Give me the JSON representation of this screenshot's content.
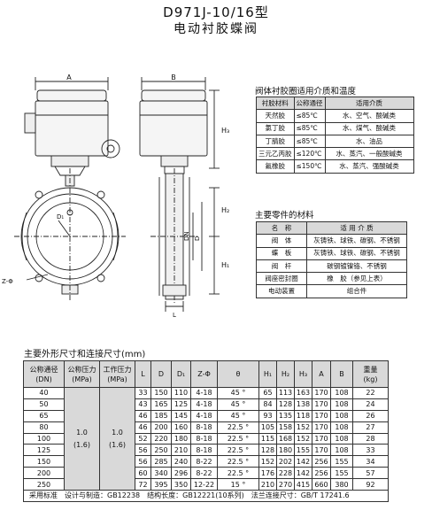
{
  "title": {
    "model": "D971J-10/16型",
    "name": "电动衬胶蝶阀"
  },
  "drawing_labels": {
    "A": "A",
    "B": "B",
    "H3": "H₃",
    "H2": "H₂",
    "H1": "H₁",
    "DN": "DN",
    "D": "D",
    "D1": "D₁",
    "Z_phi": "Z-Φ",
    "L": "L"
  },
  "liner": {
    "title": "阀体衬胶圈适用介质和温度",
    "headers": [
      "衬胶材料",
      "公称通径",
      "适用介质"
    ],
    "rows": [
      [
        "天然胶",
        "≤85℃",
        "水、空气、酸碱类"
      ],
      [
        "氯丁胶",
        "≤85℃",
        "水、煤气、酸碱类"
      ],
      [
        "丁腈胶",
        "≤85℃",
        "水、油品"
      ],
      [
        "三元乙丙胶",
        "≤120℃",
        "水、蒸汽、一般酸碱类"
      ],
      [
        "氟橡胶",
        "≤150℃",
        "水、蒸汽、强酸碱类"
      ]
    ]
  },
  "parts": {
    "title": "主要零件的材料",
    "headers": [
      "名　称",
      "适 用 介 质"
    ],
    "rows": [
      [
        "阀　体",
        "灰铸铁、球铁、碳钢、不锈钢"
      ],
      [
        "蝶　板",
        "灰铸铁、球铁、碳钢、不锈钢"
      ],
      [
        "阀　杆",
        "碳钢镀镍铬、不锈钢"
      ],
      [
        "阀座密封圈",
        "橡　胶（参见上表）"
      ],
      [
        "电动装置",
        "组合件"
      ]
    ]
  },
  "dims": {
    "title": "主要外形尺寸和连接尺寸(mm)",
    "headers": [
      "公称通径\n(DN)",
      "公称压力\n(MPa)",
      "工作压力\n(MPa)",
      "L",
      "D",
      "D₁",
      "Z-Φ",
      "θ",
      "H₁",
      "H₂",
      "H₃",
      "A",
      "B",
      "重量\n(kg)"
    ],
    "pressure_nominal": "1.0\n(1.6)",
    "pressure_working": "1.0\n(1.6)",
    "rows": [
      [
        "40",
        "33",
        "150",
        "110",
        "4-18",
        "45 °",
        "65",
        "113",
        "163",
        "170",
        "108",
        "22"
      ],
      [
        "50",
        "43",
        "165",
        "125",
        "4-18",
        "45 °",
        "84",
        "128",
        "138",
        "170",
        "108",
        "24"
      ],
      [
        "65",
        "46",
        "185",
        "145",
        "4-18",
        "45 °",
        "93",
        "135",
        "118",
        "170",
        "108",
        "26"
      ],
      [
        "80",
        "46",
        "200",
        "160",
        "8-18",
        "22.5 °",
        "105",
        "158",
        "152",
        "170",
        "108",
        "27"
      ],
      [
        "100",
        "52",
        "220",
        "180",
        "8-18",
        "22.5 °",
        "115",
        "168",
        "152",
        "170",
        "108",
        "28"
      ],
      [
        "125",
        "56",
        "250",
        "210",
        "8-18",
        "22.5 °",
        "128",
        "180",
        "155",
        "170",
        "108",
        "33"
      ],
      [
        "150",
        "56",
        "285",
        "240",
        "8-22",
        "22.5 °",
        "152",
        "202",
        "142",
        "256",
        "155",
        "34"
      ],
      [
        "200",
        "60",
        "340",
        "296",
        "8-22",
        "22.5 °",
        "176",
        "228",
        "142",
        "256",
        "155",
        "57"
      ],
      [
        "250",
        "72",
        "395",
        "350",
        "12-22",
        "15 °",
        "210",
        "270",
        "415",
        "660",
        "380",
        "92"
      ]
    ],
    "footer": "采用标准　设计与制造：GB12238　结构长度：GB12221(10系列)　法兰连接尺寸：GB/T 17241.6"
  }
}
